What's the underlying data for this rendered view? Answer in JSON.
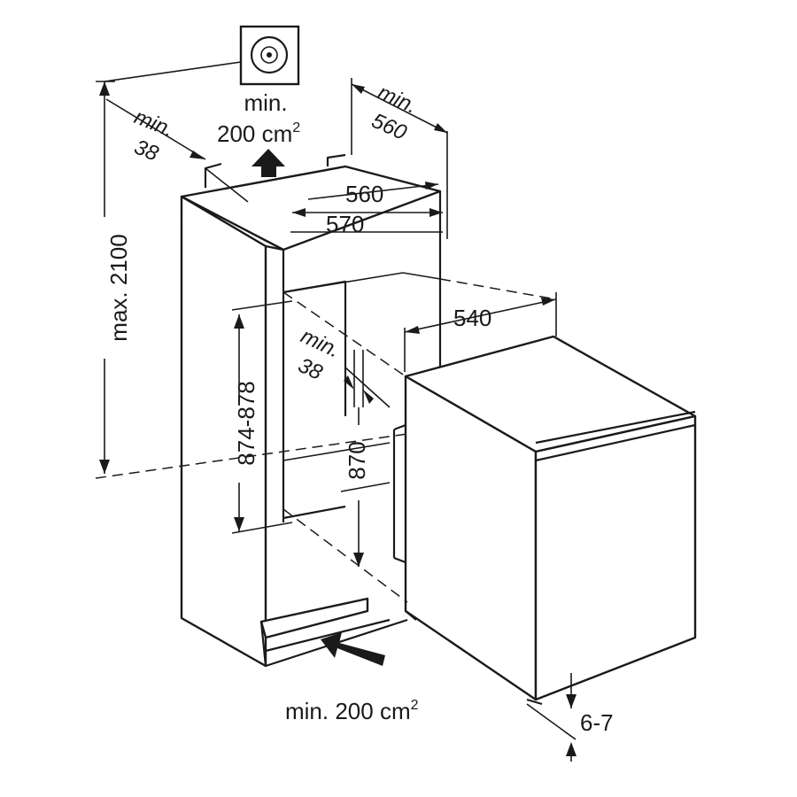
{
  "labels": {
    "max_height": "max. 2100",
    "top_clearance_min": "min.",
    "top_clearance_value": "38",
    "vent_top_min": "min.",
    "vent_top_value": "200 cm",
    "vent_top_sup": "2",
    "depth_min": "min.",
    "depth_value": "560",
    "niche_inner_width": "560",
    "niche_outer_width": "570",
    "appliance_depth": "540",
    "side_clearance_min": "min.",
    "side_clearance_value": "38",
    "niche_height": "874-878",
    "appliance_height": "870",
    "vent_bottom": "min. 200 cm",
    "vent_bottom_sup": "2",
    "gap": "6-7"
  },
  "colors": {
    "line": "#1a1a1a",
    "background": "#ffffff"
  },
  "icons": {
    "ventilation_grille": "vent-grille-icon",
    "airflow_up": "airflow-up-arrow-icon",
    "airflow_in": "airflow-in-arrow-icon"
  }
}
